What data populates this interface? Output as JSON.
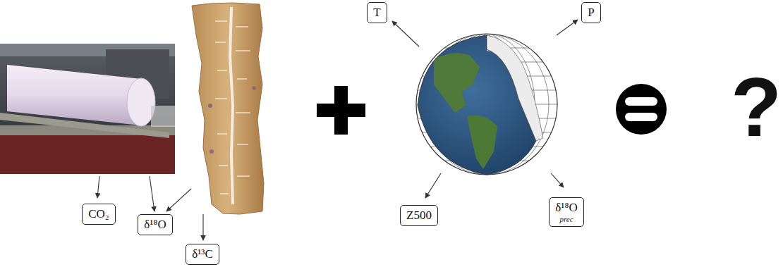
{
  "diagram": {
    "nodes": [
      {
        "text": [
          "CO₂"
        ]
      },
      {
        "text": [
          "δ¹⁸O"
        ]
      },
      {
        "text": [
          "δ¹³C"
        ]
      },
      {
        "text": [
          "T"
        ]
      },
      {
        "text": [
          "P"
        ]
      },
      {
        "text": [
          "Z500"
        ]
      },
      {
        "text": [
          "δ¹⁸O",
          "prec"
        ]
      }
    ],
    "labels": [
      "?"
    ]
  }
}
